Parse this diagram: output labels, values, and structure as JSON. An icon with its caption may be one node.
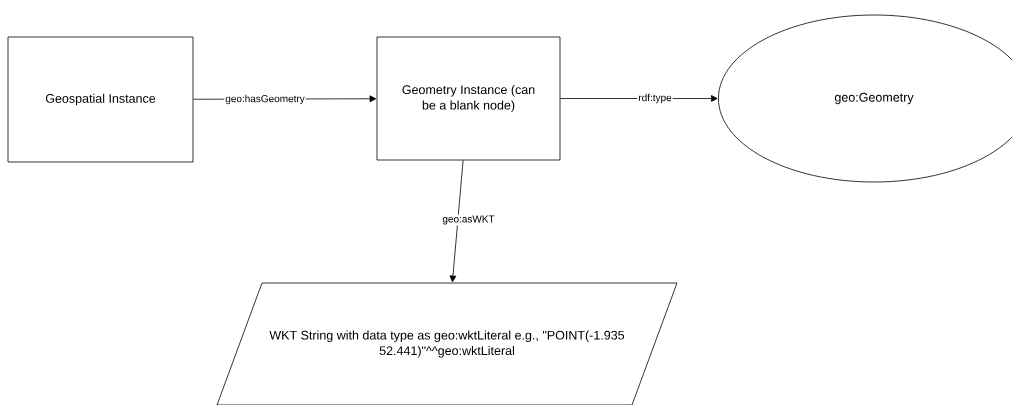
{
  "diagram": {
    "nodes": [
      {
        "text": [
          "Geospatial Instance"
        ]
      },
      {
        "text": [
          "Geometry Instance (can be a blank node)"
        ]
      },
      {
        "text": [
          "geo:Geometry"
        ]
      },
      {
        "text": [
          "WKT String with data type as geo:wktLiteral e.g., \"POINT(-1.935 52.441)\"^^geo:wktLiteral"
        ]
      }
    ],
    "edges": [
      {
        "from": 0,
        "to": 1,
        "arrow": "to",
        "label": "geo:hasGeometry"
      },
      {
        "from": 1,
        "to": 2,
        "arrow": "to",
        "label": "rdf:type"
      },
      {
        "from": 1,
        "to": 3,
        "arrow": "to",
        "label": "geo:asWKT"
      }
    ]
  }
}
